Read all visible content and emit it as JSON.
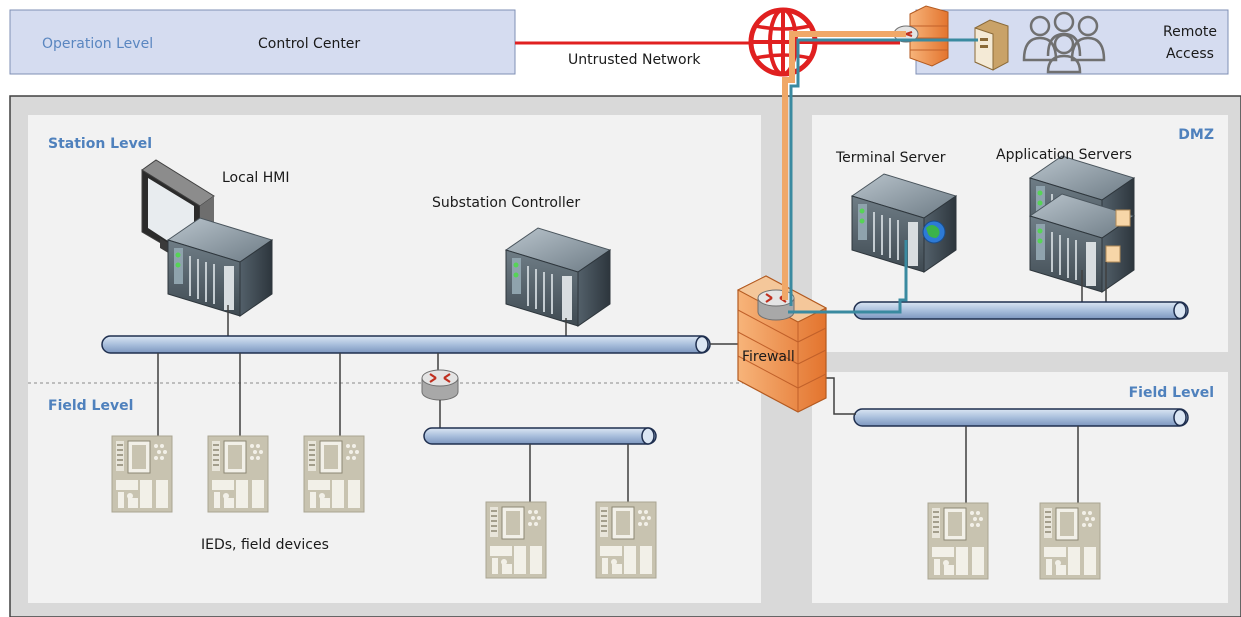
{
  "top": {
    "operation_level": "Operation Level",
    "control_center": "Control Center",
    "untrusted_network": "Untrusted Network",
    "remote_access_line1": "Remote",
    "remote_access_line2": "Access"
  },
  "station": {
    "title": "Station Level",
    "local_hmi": "Local HMI",
    "substation_controller": "Substation Controller",
    "field_level": "Field Level",
    "ieds": "IEDs, field devices"
  },
  "firewall": "Firewall",
  "dmz": {
    "title": "DMZ",
    "terminal_server": "Terminal Server",
    "application_servers": "Application Servers"
  },
  "field_right": {
    "title": "Field Level"
  },
  "colors": {
    "zone_fill": "#f2f2f2",
    "outer_fill": "#d9d9d9",
    "op_fill": "#d5dcf0",
    "bus": "#a8bfdc",
    "untrusted": "#e02020",
    "remote_path": "#f0a868",
    "internal_path": "#3a8aa0",
    "label_blue": "#4f81bd",
    "ied": "#c8c3b0"
  }
}
